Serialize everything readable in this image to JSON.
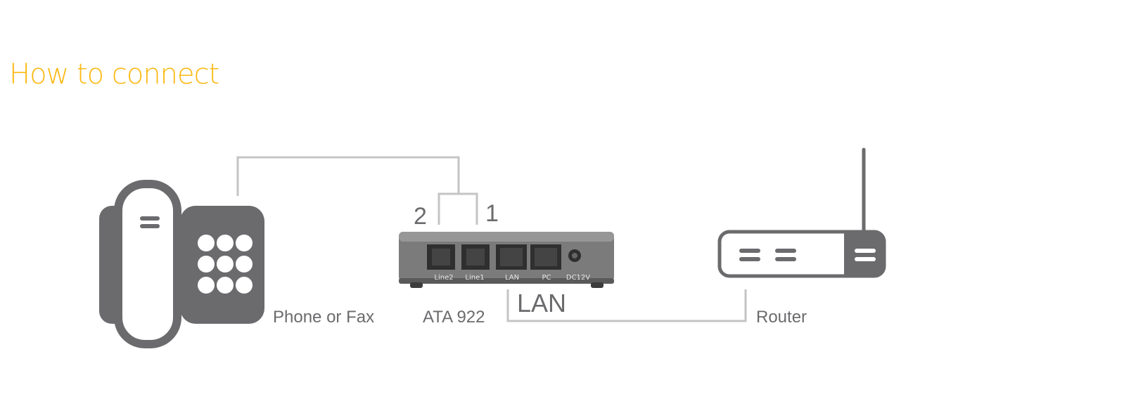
{
  "title": "How to connect",
  "colors": {
    "title": "#fbb914",
    "icon": "#6b6b6e",
    "line": "#c4c4c4",
    "label": "#6b6b6e",
    "device_body": "#7a7a7a",
    "device_dark": "#555555"
  },
  "labels": {
    "phone": "Phone or Fax",
    "ata": "ATA 922",
    "router": "Router",
    "line2_number": "2",
    "line1_number": "1",
    "lan": "LAN"
  },
  "ata_ports": [
    "Line2",
    "Line1",
    "LAN",
    "PC",
    "DC12V"
  ],
  "icons": {
    "phone": "desk-phone-icon",
    "router": "router-icon",
    "ata": "ata-device-image"
  }
}
